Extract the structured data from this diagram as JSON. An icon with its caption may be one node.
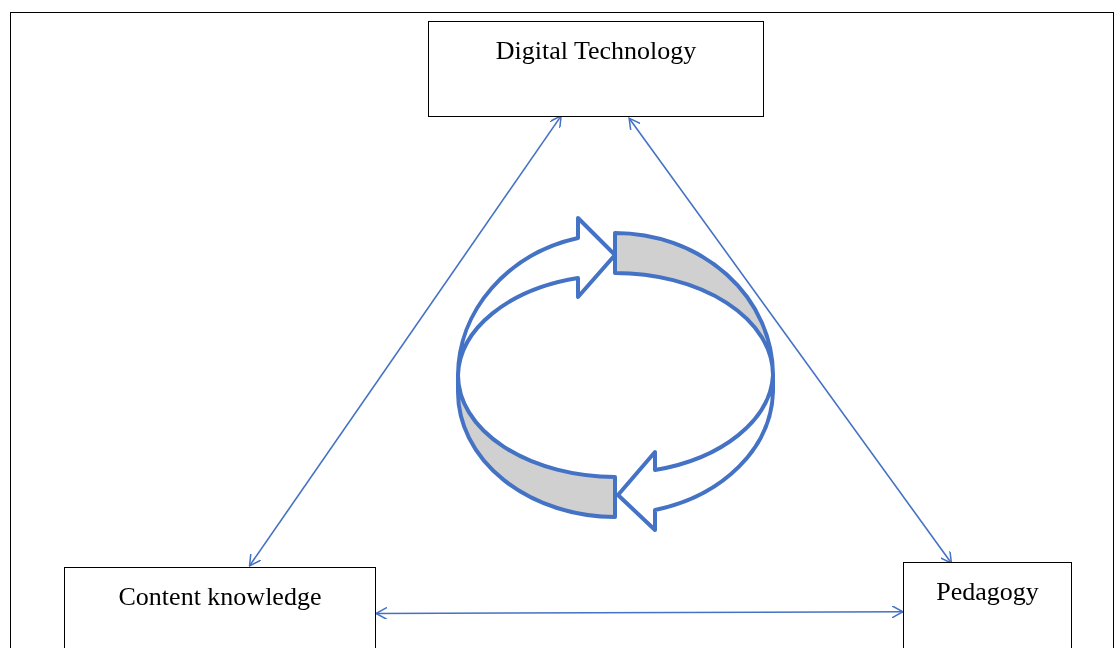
{
  "diagram": {
    "nodes": [
      {
        "text": [
          "Digital Technology"
        ]
      },
      {
        "text": [
          "Content knowledge"
        ]
      },
      {
        "text": [
          "Pedagogy"
        ]
      }
    ],
    "edges": [
      {
        "from": 0,
        "to": 1,
        "arrow": "both"
      },
      {
        "from": 0,
        "to": 2,
        "arrow": "both"
      },
      {
        "from": 1,
        "to": 2,
        "arrow": "both"
      }
    ]
  }
}
